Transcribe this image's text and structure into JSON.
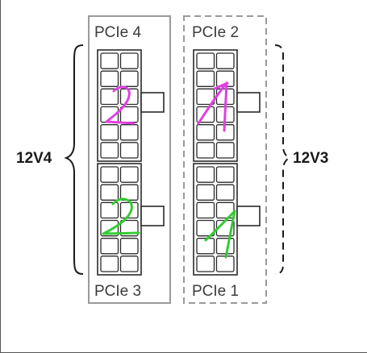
{
  "groups": [
    {
      "id": "left",
      "border_style": "solid",
      "connectors": [
        {
          "label": "PCIe 4",
          "annotation": "2",
          "annotation_color": "#e040e0"
        },
        {
          "label": "PCIe 3",
          "annotation": "2",
          "annotation_color": "#33cc33"
        }
      ],
      "rail_label": "12V4",
      "bracket_style": "solid"
    },
    {
      "id": "right",
      "border_style": "dashed",
      "connectors": [
        {
          "label": "PCIe 2",
          "annotation": "1",
          "annotation_color": "#e040e0"
        },
        {
          "label": "PCIe 1",
          "annotation": "1",
          "annotation_color": "#33cc33"
        }
      ],
      "rail_label": "12V3",
      "bracket_style": "dashed"
    }
  ],
  "colors": {
    "border": "#9a9a9a",
    "pins": "#2a2a2a",
    "bracket": "#1a1a1a"
  }
}
